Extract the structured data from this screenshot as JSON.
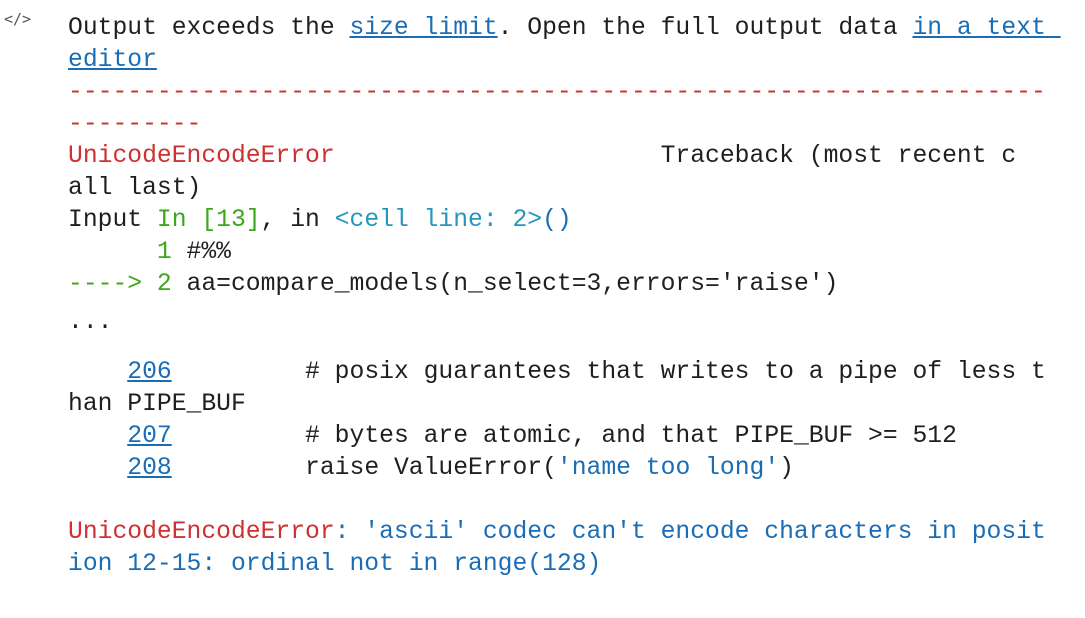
{
  "output_icon": "code-brackets-icon",
  "notice": {
    "prefix": "Output exceeds the ",
    "size_limit_link": "size limit",
    "middle": ". Open the full output data ",
    "text_editor_link_1": "in a text ",
    "text_editor_link_2": "editor"
  },
  "traceback": {
    "dashes_1": "------------------------------------------------------------------",
    "dashes_2": "---------",
    "error_name": "UnicodeEncodeError",
    "header_gap": "                      ",
    "header_1": "Traceback (most recent c",
    "header_2": "all last)",
    "input_label": "Input ",
    "input_ref": "In [13]",
    "input_sep": ", in ",
    "cell_line": "<cell line: 2>",
    "cell_parens": "()",
    "code_lines": [
      {
        "prefix": "      ",
        "num": "1",
        "code": " #%%"
      },
      {
        "prefix": "----> ",
        "num": "2",
        "code": " aa=compare_models(n_select=3,errors='raise')"
      }
    ],
    "ellipsis": "...",
    "source_lines": [
      {
        "num": "206",
        "code_1": "         # posix guarantees that writes to a pipe of less t",
        "code_2": "han PIPE_BUF"
      },
      {
        "num": "207",
        "code_1": "         # bytes are atomic, and that PIPE_BUF >= 512"
      },
      {
        "num": "208",
        "code_1": "         raise ValueError(",
        "string": "'name too long'",
        "close": ")"
      }
    ],
    "final_error_name": "UnicodeEncodeError",
    "final_message_1": ": 'ascii' codec can't encode characters in posit",
    "final_message_2": "ion 12-15: ordinal not in range(128)"
  },
  "colors": {
    "error": "#cd3131",
    "link": "#1a6db5",
    "green": "#3aa81a",
    "cyan": "#2596be"
  }
}
